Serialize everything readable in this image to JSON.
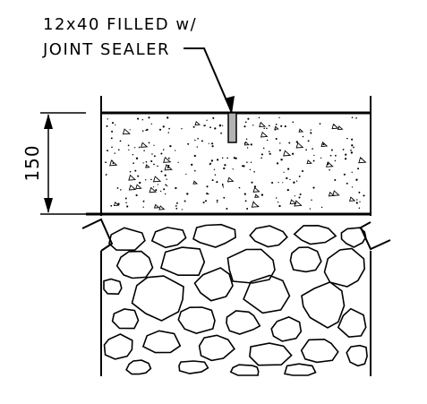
{
  "annotation": {
    "line1": "12x40 FILLED w/",
    "line2": "JOINT SEALER"
  },
  "dimension": {
    "value": "150"
  },
  "colors": {
    "ink": "#000000",
    "background": "#ffffff",
    "sealer_fill": "#b3b3b3"
  }
}
